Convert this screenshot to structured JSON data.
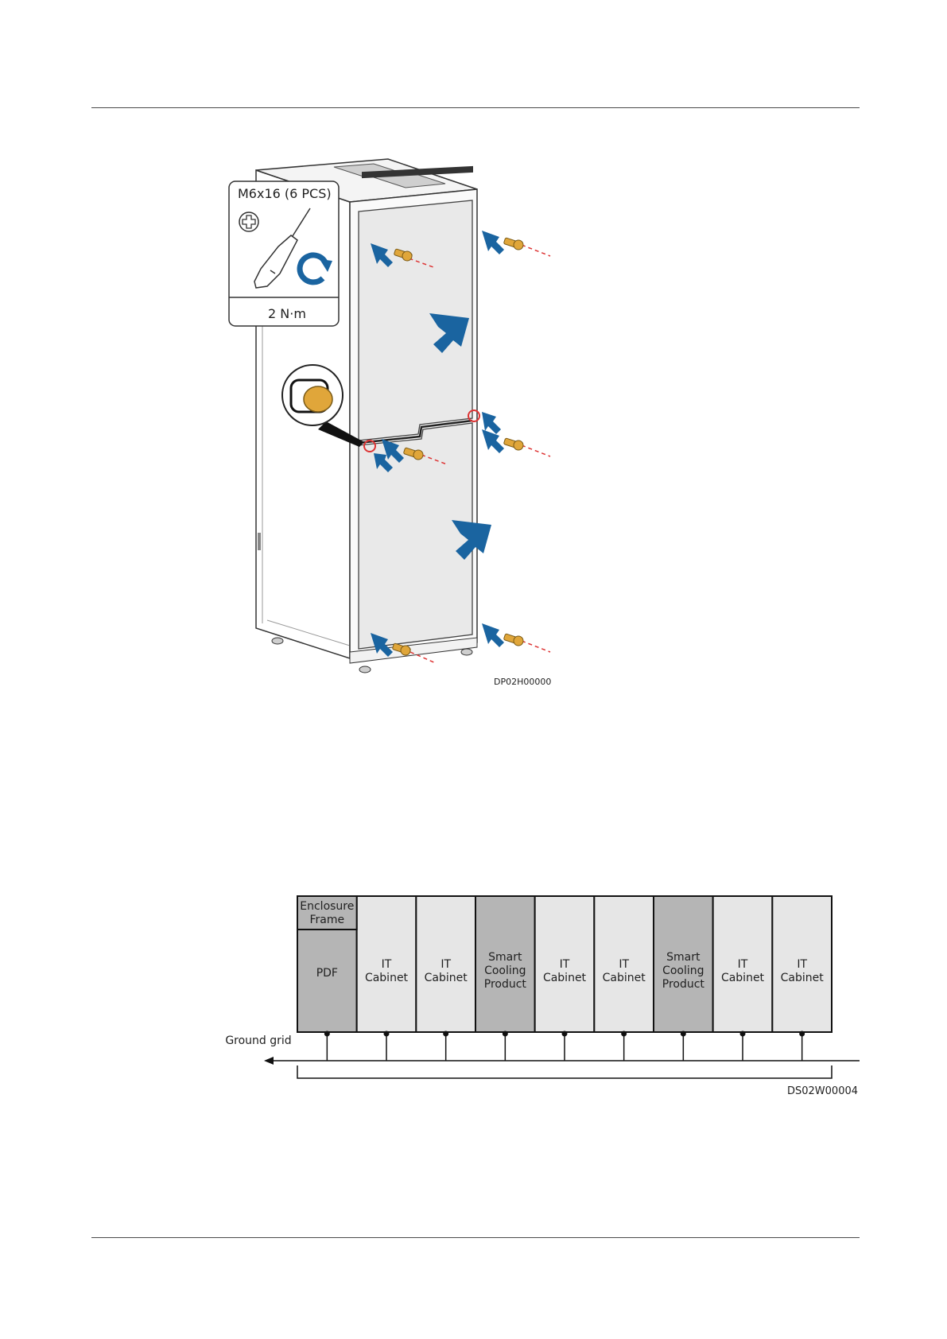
{
  "figure1": {
    "tool_box": {
      "screw_spec": "M6x16 (6 PCS)",
      "torque": "2 N·m",
      "screwdriver_icon": "phillips-screwdriver-icon",
      "rotate_icon": "clockwise-rotate-icon",
      "bit_icon": "phillips-head-icon"
    },
    "code": "DP02H00000"
  },
  "figure2": {
    "frame_label": "Enclosure Frame",
    "cabinets": [
      {
        "line1": "PDF",
        "line2": "",
        "line3": "",
        "shade": "dark"
      },
      {
        "line1": "IT",
        "line2": "Cabinet",
        "line3": "",
        "shade": "light"
      },
      {
        "line1": "IT",
        "line2": "Cabinet",
        "line3": "",
        "shade": "light"
      },
      {
        "line1": "Smart",
        "line2": "Cooling",
        "line3": "Product",
        "shade": "dark"
      },
      {
        "line1": "IT",
        "line2": "Cabinet",
        "line3": "",
        "shade": "light"
      },
      {
        "line1": "IT",
        "line2": "Cabinet",
        "line3": "",
        "shade": "light"
      },
      {
        "line1": "Smart",
        "line2": "Cooling",
        "line3": "Product",
        "shade": "dark"
      },
      {
        "line1": "IT",
        "line2": "Cabinet",
        "line3": "",
        "shade": "light"
      },
      {
        "line1": "IT",
        "line2": "Cabinet",
        "line3": "",
        "shade": "light"
      }
    ],
    "ground_label": "Ground grid",
    "code": "DS02W00004"
  },
  "colors": {
    "arrow_blue": "#1a64a0",
    "screw_gold": "#e0a63a",
    "dark_fill": "#b5b5b5",
    "light_fill": "#e6e6e6",
    "panel_fill": "#e9e9e9"
  }
}
